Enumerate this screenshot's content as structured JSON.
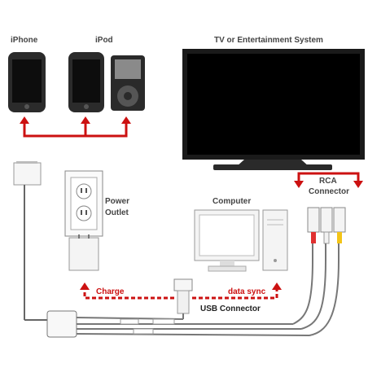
{
  "labels": {
    "iphone": "iPhone",
    "ipod": "iPod",
    "tv": "TV or Entertainment System",
    "power_outlet_line1": "Power",
    "power_outlet_line2": "Outlet",
    "computer": "Computer",
    "rca_line1": "RCA",
    "rca_line2": "Connector",
    "charge": "Charge",
    "data_sync": "data sync",
    "usb_connector": "USB Connector"
  },
  "colors": {
    "arrow": "#cc1111",
    "rca_red": "#e03030",
    "rca_white": "#f2f2f2",
    "rca_yellow": "#f3c418"
  }
}
